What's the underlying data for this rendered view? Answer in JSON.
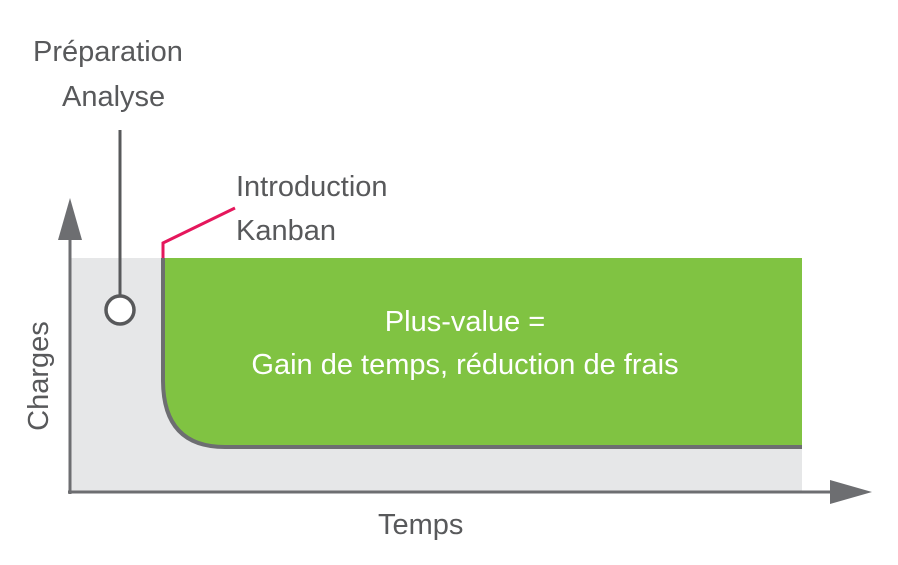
{
  "labels": {
    "preparation": "Préparation",
    "analyse": "Analyse",
    "introduction": "Introduction",
    "kanban": "Kanban",
    "plus_value": "Plus-value =",
    "gain": "Gain de temps, réduction de frais",
    "y_axis": "Charges",
    "x_axis": "Temps"
  },
  "colors": {
    "gray_area": "#e6e7e8",
    "green_area": "#80c342",
    "axis": "#6d6e71",
    "kanban_marker": "#e5175c"
  }
}
